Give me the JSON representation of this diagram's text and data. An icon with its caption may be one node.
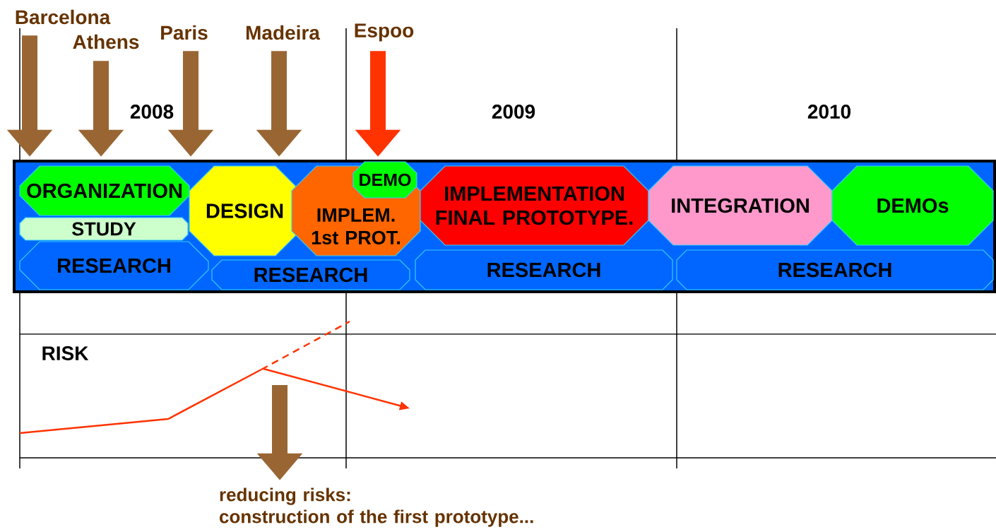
{
  "diagram": {
    "nodes": [
      {
        "text": [
          "Barcelona"
        ]
      },
      {
        "text": [
          "Athens"
        ]
      },
      {
        "text": [
          "Paris"
        ]
      },
      {
        "text": [
          "Madeira"
        ]
      },
      {
        "text": [
          "Espoo"
        ]
      },
      {
        "text": [],
        "shape": "box"
      },
      {
        "text": [
          "ORGANIZATION"
        ],
        "in": 5
      },
      {
        "text": [
          "STUDY"
        ],
        "in": 5
      },
      {
        "text": [
          "RESEARCH"
        ],
        "in": 5
      },
      {
        "text": [
          "DESIGN"
        ],
        "in": 5
      },
      {
        "text": [
          "IMPLEM. 1st PROT."
        ],
        "in": 5
      },
      {
        "text": [
          "DEMO"
        ],
        "in": 5
      },
      {
        "text": [
          "RESEARCH"
        ],
        "in": 5
      },
      {
        "text": [
          "IMPLEMENTATION FINAL PROTOTYPE."
        ],
        "in": 5
      },
      {
        "text": [
          "RESEARCH"
        ],
        "in": 5
      },
      {
        "text": [
          "INTEGRATION"
        ],
        "in": 5
      },
      {
        "text": [
          "DEMOs"
        ],
        "in": 5
      },
      {
        "text": [
          "RESEARCH"
        ],
        "in": 5
      },
      {
        "text": [
          "reducing risks:",
          "construction of the first prototype..."
        ]
      }
    ],
    "edges": [
      {
        "from": 0,
        "to": 5,
        "arrow": "to"
      },
      {
        "from": 1,
        "to": 5,
        "arrow": "to"
      },
      {
        "from": 2,
        "to": 5,
        "arrow": "to"
      },
      {
        "from": 3,
        "to": 5,
        "arrow": "to"
      },
      {
        "from": 4,
        "to": 5,
        "arrow": "to",
        "color": "#ff3300"
      },
      {
        "from": null,
        "to": 18,
        "arrow": "to"
      }
    ],
    "labels": [
      "2008",
      "2009",
      "2010",
      "RISK"
    ]
  }
}
